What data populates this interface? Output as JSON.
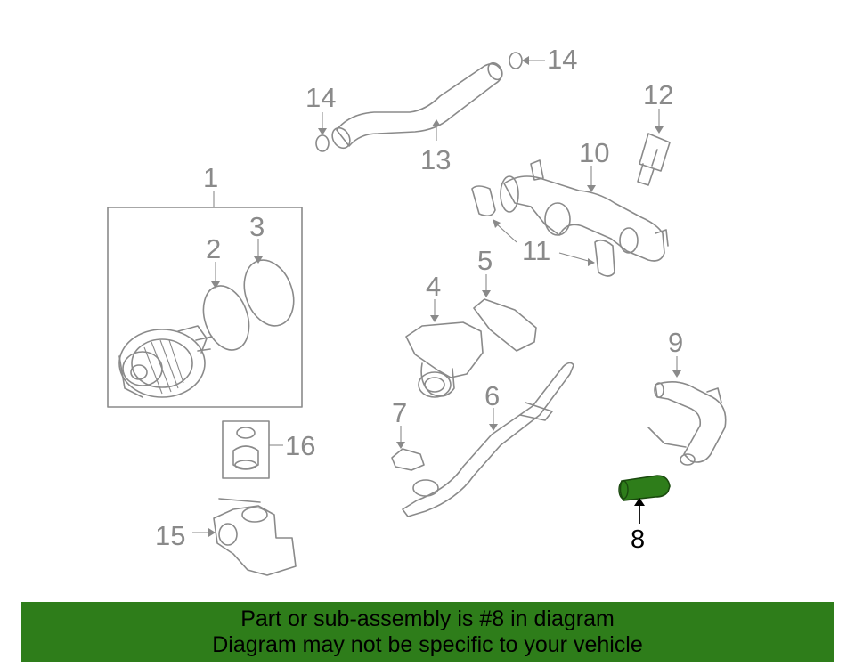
{
  "colors": {
    "line": "#8a8a8a",
    "highlight_part": "#2e7d1a",
    "banner_bg": "#2e7d1a",
    "banner_text": "#000000"
  },
  "callouts": [
    {
      "id": "1",
      "label": "1"
    },
    {
      "id": "2",
      "label": "2"
    },
    {
      "id": "3",
      "label": "3"
    },
    {
      "id": "4",
      "label": "4"
    },
    {
      "id": "5",
      "label": "5"
    },
    {
      "id": "6",
      "label": "6"
    },
    {
      "id": "7",
      "label": "7"
    },
    {
      "id": "8",
      "label": "8",
      "highlighted": true
    },
    {
      "id": "9",
      "label": "9"
    },
    {
      "id": "10",
      "label": "10"
    },
    {
      "id": "11",
      "label": "11"
    },
    {
      "id": "12",
      "label": "12"
    },
    {
      "id": "13",
      "label": "13"
    },
    {
      "id": "14a",
      "label": "14"
    },
    {
      "id": "14b",
      "label": "14"
    },
    {
      "id": "15",
      "label": "15"
    },
    {
      "id": "16",
      "label": "16"
    }
  ],
  "banner": {
    "line1": "Part or sub-assembly is #8 in diagram",
    "line2": "Diagram may not be specific to your vehicle"
  }
}
